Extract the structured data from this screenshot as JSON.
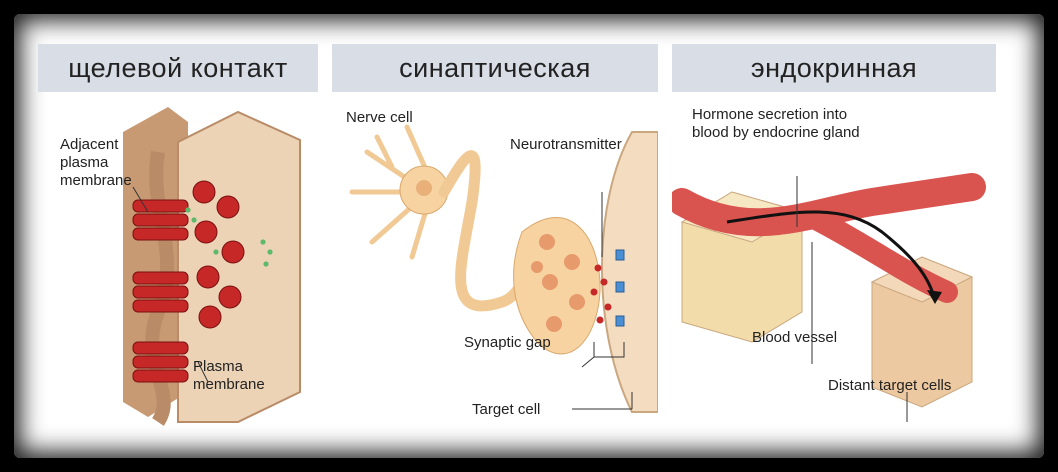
{
  "panels": [
    {
      "title": "щелевой контакт",
      "labels": {
        "adjacent_line1": "Adjacent",
        "adjacent_line2": "plasma",
        "adjacent_line3": "membrane",
        "plasma_line1": "Plasma",
        "plasma_line2": "membrane"
      }
    },
    {
      "title": "синаптическая",
      "labels": {
        "nerve_cell": "Nerve cell",
        "neurotransmitter": "Neurotransmitter",
        "synaptic_gap": "Synaptic gap",
        "target_cell": "Target cell"
      }
    },
    {
      "title": "эндокринная",
      "labels": {
        "hormone_line1": "Hormone secretion into",
        "hormone_line2": "blood by endocrine gland",
        "blood_vessel": "Blood vessel",
        "distant_target": "Distant target cells"
      }
    }
  ],
  "colors": {
    "title_bg": "#d8dde6",
    "membrane": "#e8c7a4",
    "connexon": "#c62828",
    "vessel": "#d9534f",
    "tissue": "#f1dcaa",
    "neuron": "#f6d3a1"
  }
}
